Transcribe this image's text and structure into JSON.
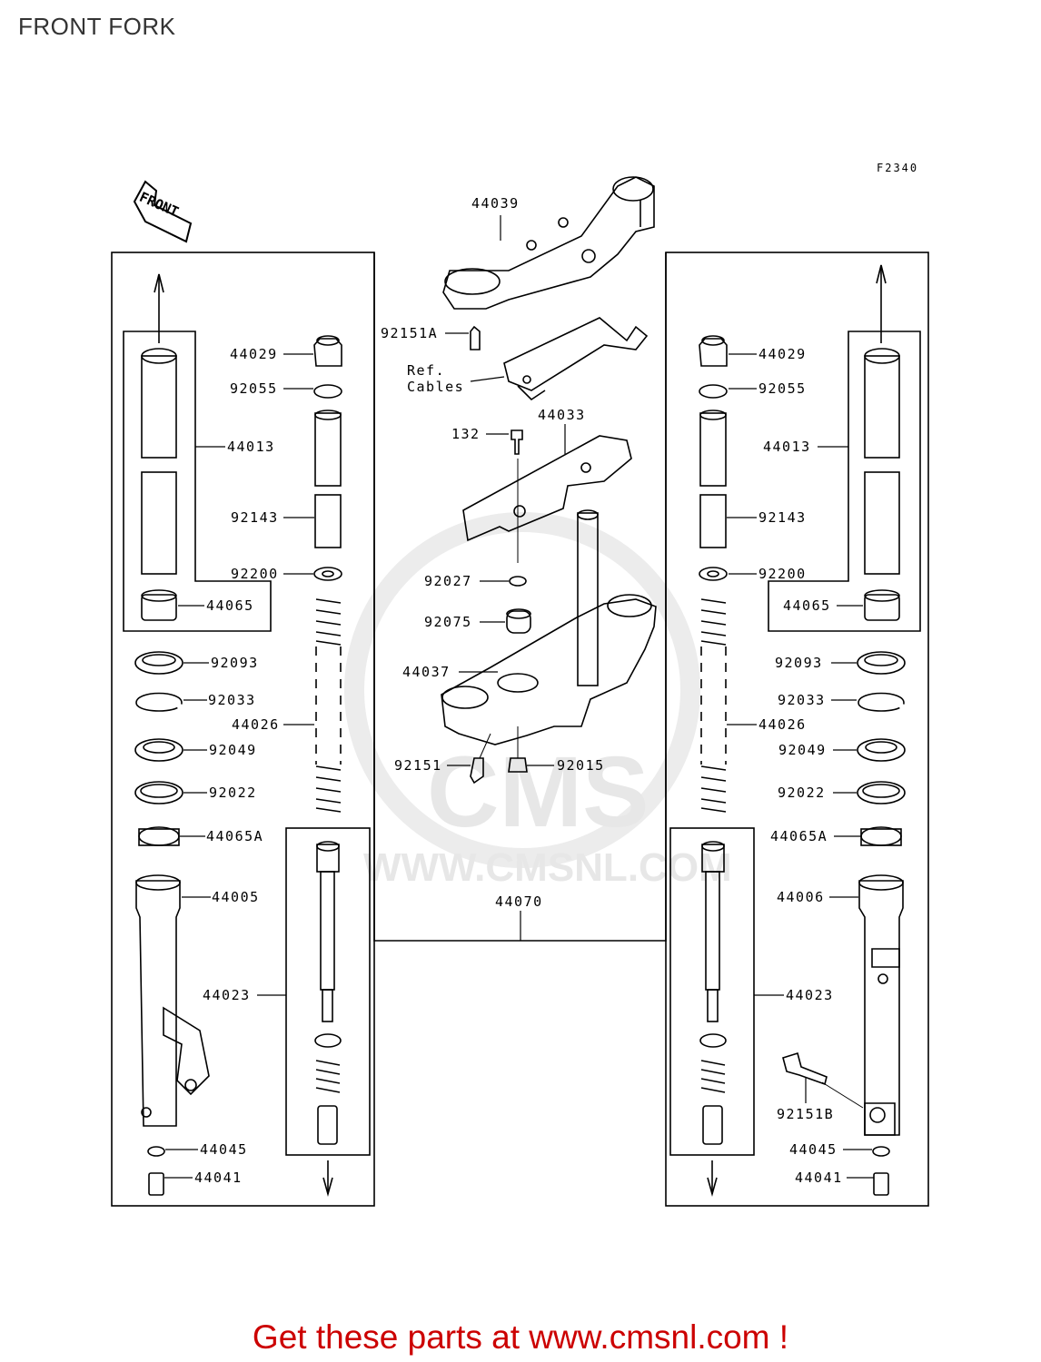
{
  "page": {
    "title": "FRONT FORK"
  },
  "diagram": {
    "figure_code": "F2340",
    "front_label": "FRONT",
    "ref_label_line1": "Ref.",
    "ref_label_line2": "Cables",
    "watermark": {
      "brand": "CMS",
      "url": "WWW.CMSNL.COM"
    },
    "parts": {
      "p44039": "44039",
      "p92151A": "92151A",
      "p44033": "44033",
      "p132": "132",
      "p92027": "92027",
      "p92075": "92075",
      "p44037": "44037",
      "p92151": "92151",
      "p92015": "92015",
      "p44070": "44070",
      "p44029": "44029",
      "p92055": "92055",
      "p44013": "44013",
      "p92143": "92143",
      "p92200": "92200",
      "p44065": "44065",
      "p92093": "92093",
      "p92033": "92033",
      "p44026": "44026",
      "p92049": "92049",
      "p92022": "92022",
      "p44065A": "44065A",
      "p44005": "44005",
      "p44006": "44006",
      "p44023": "44023",
      "p44045": "44045",
      "p44041": "44041",
      "p92151B": "92151B"
    }
  },
  "footer": {
    "text": "Get these parts at www.cmsnl.com !"
  },
  "colors": {
    "footer": "#cc0000",
    "watermark": "#e7e7e7",
    "line": "#000000"
  }
}
